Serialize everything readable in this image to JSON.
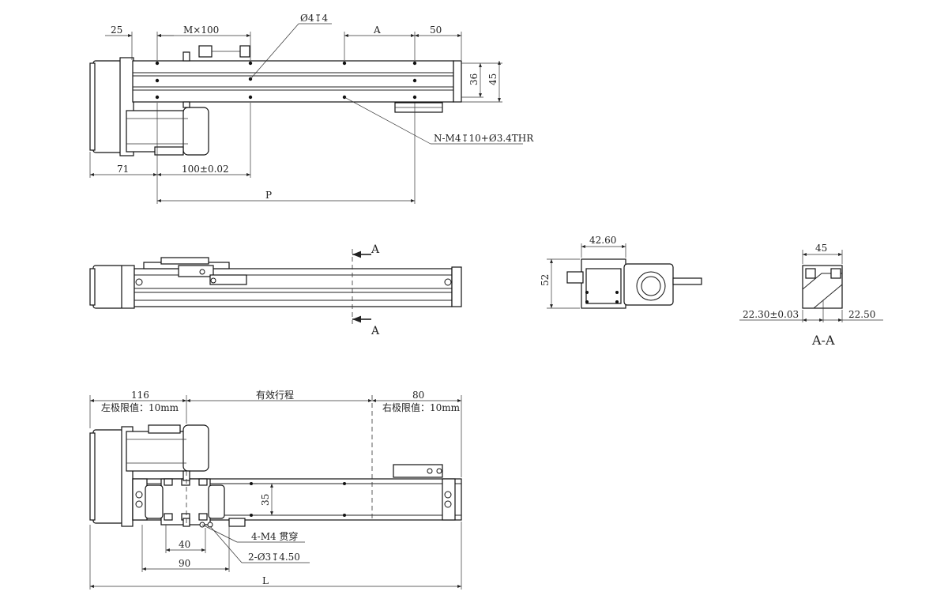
{
  "top_view": {
    "dim_25": "25",
    "dim_m100": "M×100",
    "dim_hole": "Ø4↧4",
    "dim_a": "A",
    "dim_50": "50",
    "dim_36": "36",
    "dim_45": "45",
    "dim_n_holes": "N-M4↧10+Ø3.4THR",
    "dim_71": "71",
    "dim_100": "100±0.02",
    "dim_p": "P"
  },
  "side_view": {
    "section_mark_top": "A",
    "section_mark_bottom": "A"
  },
  "end_view": {
    "dim_42_60": "42.60",
    "dim_52": "52"
  },
  "section_view": {
    "dim_45": "45",
    "dim_22_30": "22.30±0.03",
    "dim_22_50": "22.50",
    "title": "A-A"
  },
  "bottom_view": {
    "dim_116": "116",
    "left_limit": "左极限值：10mm",
    "stroke": "有效行程",
    "dim_80": "80",
    "right_limit": "右极限值：10mm",
    "dim_35": "35",
    "dim_40": "40",
    "dim_90": "90",
    "note_m4": "4-M4 贯穿",
    "note_pin": "2-Ø3↧4.50",
    "dim_l": "L"
  }
}
